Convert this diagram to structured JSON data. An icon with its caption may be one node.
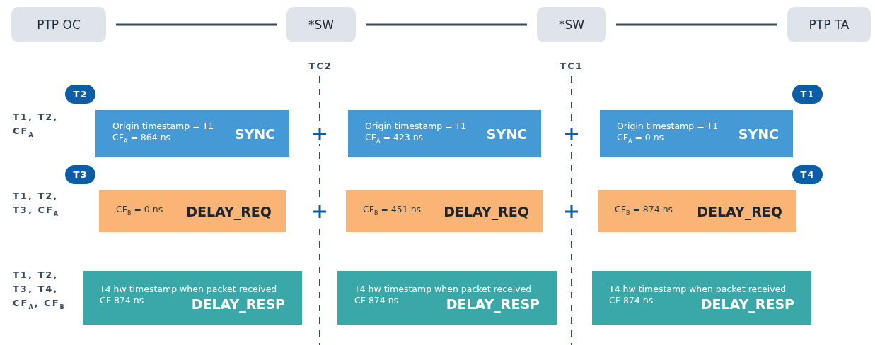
{
  "diagram": {
    "nodes": [
      {
        "text": [
          "PTP OC"
        ]
      },
      {
        "text": [
          "*SW"
        ]
      },
      {
        "text": [
          "*SW"
        ]
      },
      {
        "text": [
          "PTP TA"
        ]
      },
      {
        "text": [
          "T2"
        ]
      },
      {
        "text": [
          "T1"
        ]
      },
      {
        "text": [
          "Origin timestamp = T1",
          "CF$_{A}$ = 864 ns",
          "SYNC"
        ]
      },
      {
        "text": [
          "Origin timestamp = T1",
          "CF$_{A}$ = 423 ns",
          "SYNC"
        ]
      },
      {
        "text": [
          "Origin timestamp = T1",
          "CF$_{A}$ = 0 ns",
          "SYNC"
        ]
      },
      {
        "text": [
          "T3"
        ]
      },
      {
        "text": [
          "T4"
        ]
      },
      {
        "text": [
          "CF$_{B}$ = 0 ns",
          "DELAY_REQ"
        ]
      },
      {
        "text": [
          "CF$_{B}$ = 451 ns",
          "DELAY_REQ"
        ]
      },
      {
        "text": [
          "CF$_{B}$ = 874 ns",
          "DELAY_REQ"
        ]
      },
      {
        "text": [
          "T4 hw timestamp when packet received",
          "CF 874 ns",
          "DELAY_RESP"
        ]
      },
      {
        "text": [
          "T4 hw timestamp when packet received",
          "CF 874 ns",
          "DELAY_RESP"
        ]
      },
      {
        "text": [
          "T4 hw timestamp when packet received",
          "CF 874 ns",
          "DELAY_RESP"
        ]
      }
    ],
    "edges": [
      {
        "from": 0,
        "to": 1,
        "arrow": "none"
      },
      {
        "from": 1,
        "to": 2,
        "arrow": "none"
      },
      {
        "from": 2,
        "to": 3,
        "arrow": "none"
      }
    ],
    "labels": [
      "TC2",
      "TC1",
      "T1, T2, CF$_{A}$",
      "T1, T2, T3, CF$_{A}$",
      "T1, T2, T3, T4, CF$_{A}$, CF$_{B}$"
    ]
  }
}
